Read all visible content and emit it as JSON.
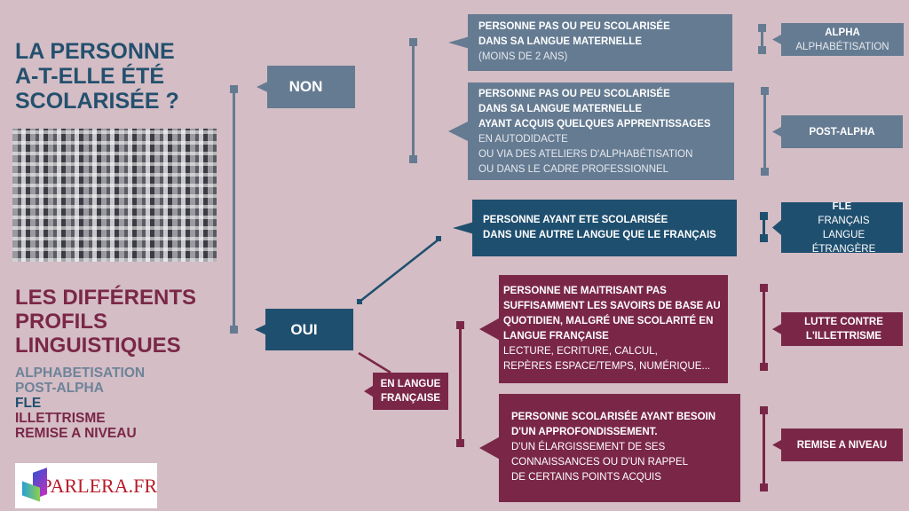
{
  "title": [
    "LA PERSONNE",
    "A-T-ELLE ÉTÉ",
    "SCOLARISÉE ?"
  ],
  "subtitle": [
    "LES DIFFÉRENTS",
    "PROFILS",
    "LINGUISTIQUES"
  ],
  "legend": [
    {
      "label": "ALPHABETISATION",
      "color": "#6e8399"
    },
    {
      "label": "POST-ALPHA",
      "color": "#6e8399"
    },
    {
      "label": "FLE",
      "color": "#1f4f6f"
    },
    {
      "label": "ILLETTRISME",
      "color": "#7a2747"
    },
    {
      "label": "REMISE A NIVEAU",
      "color": "#7a2747"
    }
  ],
  "logo": "PARLERA.FR",
  "choices": {
    "non": "NON",
    "oui": "OUI",
    "langue_francaise": [
      "EN LANGUE",
      "FRANÇAISE"
    ]
  },
  "profiles": [
    {
      "bold": [
        "PERSONNE PAS OU PEU SCOLARISÉE",
        "DANS SA LANGUE MATERNELLE"
      ],
      "light": [
        "(MOINS DE 2 ANS)"
      ],
      "tag_bold": "ALPHA",
      "tag_light": "ALPHABÉTISATION"
    },
    {
      "bold": [
        "PERSONNE PAS OU PEU SCOLARISÉE",
        "DANS SA LANGUE MATERNELLE",
        "AYANT ACQUIS QUELQUES APPRENTISSAGES"
      ],
      "light": [
        "EN AUTODIDACTE",
        "OU VIA DES ATELIERS D'ALPHABÉTISATION",
        "OU DANS LE CADRE PROFESSIONNEL"
      ],
      "tag_bold": "POST-ALPHA"
    },
    {
      "bold": [
        "PERSONNE AYANT ETE SCOLARISÉE",
        "DANS UNE AUTRE LANGUE QUE LE FRANÇAIS"
      ],
      "light": [],
      "tag_bold": "FLE",
      "tag_light": "FRANÇAIS LANGUE ÉTRANGÈRE"
    },
    {
      "bold": [
        "PERSONNE NE MAITRISANT PAS",
        "SUFFISAMMENT LES SAVOIRS DE BASE AU",
        "QUOTIDIEN, MALGRÉ UNE SCOLARITÉ EN",
        "LANGUE FRANÇAISE"
      ],
      "light": [
        "LECTURE, ECRITURE, CALCUL,",
        "REPÈRES ESPACE/TEMPS, NUMÉRIQUE..."
      ],
      "tag_bold": "LUTTE CONTRE L'ILLETTRISME"
    },
    {
      "bold": [
        "PERSONNE SCOLARISÉE AYANT BESOIN",
        "D'UN APPROFONDISSEMENT."
      ],
      "light": [
        "D'UN ÉLARGISSEMENT DE SES",
        "CONNAISSANCES OU D'UN RAPPEL",
        "DE CERTAINS POINTS ACQUIS"
      ],
      "tag_bold": "REMISE A NIVEAU"
    }
  ]
}
